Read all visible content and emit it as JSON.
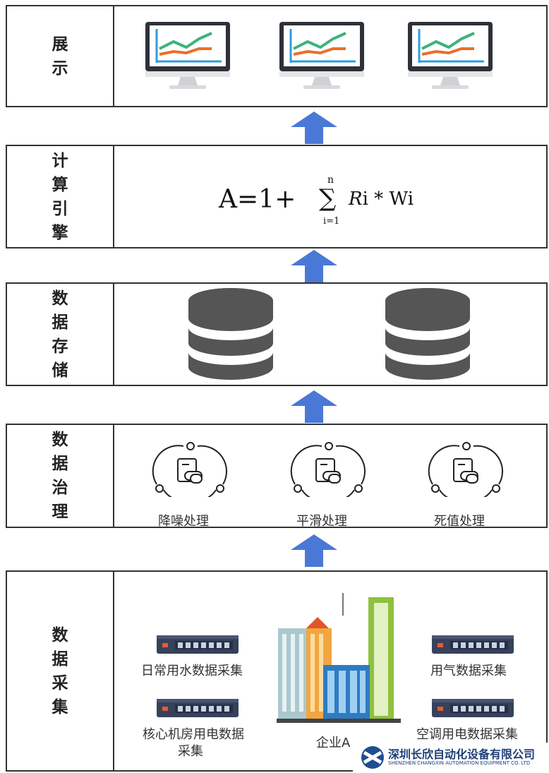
{
  "layers": {
    "display": {
      "label": "展示"
    },
    "engine": {
      "label": "计算引擎",
      "formula": {
        "lhs": "A=1+",
        "sum_sym": "∑",
        "upper": "n",
        "lower": "i=1",
        "term_r": "R",
        "term_i": "i",
        "op": "*",
        "term_w": "Wi"
      }
    },
    "storage": {
      "label": "数据存储"
    },
    "governance": {
      "label": "数据治理",
      "items": [
        "降噪处理",
        "平滑处理",
        "死值处理"
      ]
    },
    "collection": {
      "label": "数据采集",
      "left": [
        "日常用水数据采集",
        "核心机房用电数据",
        "采集"
      ],
      "center": "企业A",
      "right": [
        "用气数据采集",
        "空调用电数据采集"
      ]
    }
  },
  "logo": {
    "name_cn": "深圳长欣自动化设备有限公司",
    "name_en": "SHENZHEN CHANGXIN AUTOMATION EQUIPMENT CO. LTD"
  },
  "colors": {
    "arrow": "#4a78d6",
    "border": "#333333",
    "db": "#555555",
    "green": "#3db37a",
    "orange": "#e8702a",
    "blue": "#2f9ed9"
  }
}
